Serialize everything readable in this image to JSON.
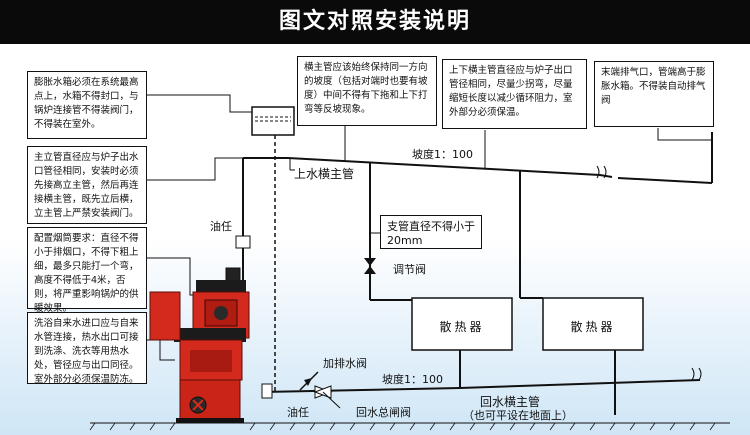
{
  "title": "图文对照安装说明",
  "notes": {
    "expansion_tank": "膨胀水箱必须在系统最高点上，水箱不得封口，与锅炉连接管不得装阀门，不得装在室外。",
    "main_pipe": "主立管直径应与炉子出水口管径相同，安装时必须先接高立主管，然后再连接横主管，既先立后横，立主管上严禁安装阀门。",
    "chimney": "配置烟筒要求：直径不得小于排烟口，不得下粗上细，最多只能打一个弯，高度不得低于4米，否则，将严重影响锅炉的供暖效果。",
    "bath_water": "洗浴自来水进口应与自来水管连接，热水出口可接到洗涤、洗衣等用热水处，管径应与出口同径。室外部分必须保温防冻。",
    "horizontal_main": "横主管应该始终保持同一方向的坡度（包括对端时也要有坡度）中间不得有下拖和上下打弯等反坡现象。",
    "upper_lower": "上下横主管直径应与炉子出口管径相同，尽量少拐弯，尽量缩短长度以减少循环阻力，室外部分必须保温。",
    "end_vent": "末端排气口，管端高于膨胀水箱。不得装自动排气阀"
  },
  "labels": {
    "slope_top": "坡度1：100",
    "upper_main": "上水横主管",
    "branch_pipe": "支管直径不得小于20mm",
    "valve": "调节阀",
    "oil_top": "油任",
    "oil_bottom": "油任",
    "drain_valve": "加排水阀",
    "return_valve": "回水总闸阀",
    "slope_bottom": "坡度1：100",
    "return_main": "回水横主管",
    "return_note": "（也可平设在地面上）",
    "radiator_1": "散热器",
    "radiator_2": "散热器"
  },
  "colors": {
    "title_bg": "#0a0a0a",
    "boiler_red": "#d42a1e",
    "pipe": "#111111"
  }
}
